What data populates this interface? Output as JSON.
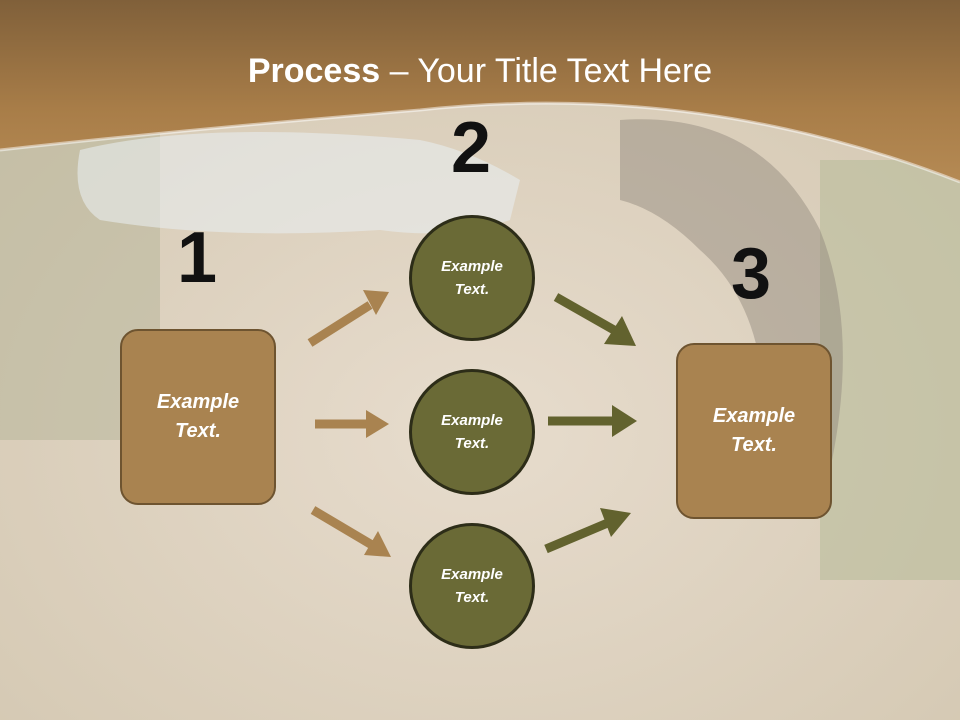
{
  "title": {
    "bold": "Process",
    "rest": " – Your Title Text Here"
  },
  "steps": {
    "n1": "1",
    "n2": "2",
    "n3": "3"
  },
  "left_box": {
    "text": "Example\nText."
  },
  "right_box": {
    "text": "Example\nText."
  },
  "circles": [
    {
      "text": "Example\nText."
    },
    {
      "text": "Example\nText."
    },
    {
      "text": "Example\nText."
    }
  ],
  "colors": {
    "header": "#a87d48",
    "box_fill": "#a98350",
    "circle_fill": "#6a6a36",
    "arrow_left": "#a98350",
    "arrow_right": "#62622e"
  }
}
